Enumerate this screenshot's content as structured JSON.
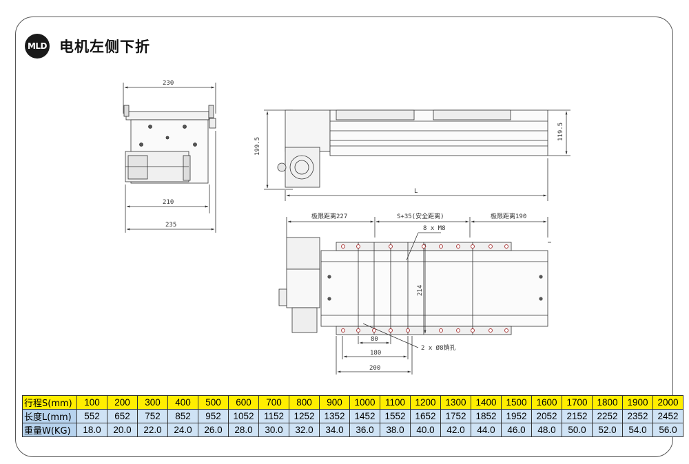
{
  "header": {
    "logo_text": "MLD",
    "title": "电机左侧下折"
  },
  "drawing": {
    "side_view": {
      "dim_top": "230",
      "dim_mid": "210",
      "dim_bottom": "235"
    },
    "front_view": {
      "dim_height_left": "199.5",
      "dim_height_right": "119.5",
      "dim_length": "L"
    },
    "top_view": {
      "dim_left": "极限距离227",
      "dim_center": "S+35(安全距离)",
      "dim_right": "极限距离190",
      "dim_holes": "8 x M8",
      "dim_width": "214",
      "dim_80": "80",
      "dim_180": "180",
      "dim_200": "200",
      "dim_pin": "2 x Ø8销孔"
    }
  },
  "spec_table": {
    "rows": [
      {
        "label": "行程S(mm)",
        "values": [
          "100",
          "200",
          "300",
          "400",
          "500",
          "600",
          "700",
          "800",
          "900",
          "1000",
          "1100",
          "1200",
          "1300",
          "1400",
          "1500",
          "1600",
          "1700",
          "1800",
          "1900",
          "2000"
        ]
      },
      {
        "label": "长度L(mm)",
        "values": [
          "552",
          "652",
          "752",
          "852",
          "952",
          "1052",
          "1152",
          "1252",
          "1352",
          "1452",
          "1552",
          "1652",
          "1752",
          "1852",
          "1952",
          "2052",
          "2152",
          "2252",
          "2352",
          "2452"
        ]
      },
      {
        "label": "重量W(KG)",
        "values": [
          "18.0",
          "20.0",
          "22.0",
          "24.0",
          "26.0",
          "28.0",
          "30.0",
          "32.0",
          "34.0",
          "36.0",
          "38.0",
          "40.0",
          "42.0",
          "44.0",
          "46.0",
          "48.0",
          "50.0",
          "52.0",
          "54.0",
          "56.0"
        ]
      }
    ]
  },
  "colors": {
    "stroke_row_bg": "#ffee00",
    "length_row_bg": "#cfe3f5",
    "frame": "#555555"
  }
}
